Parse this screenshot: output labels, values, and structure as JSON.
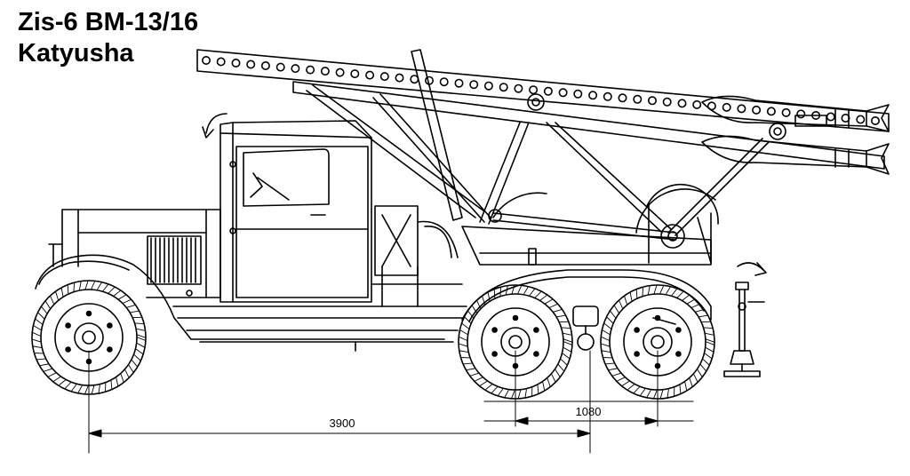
{
  "title": {
    "line1": "Zis-6 BM-13/16",
    "line2": "Katyusha"
  },
  "dimensions": {
    "wheelbase_label": "3900",
    "bogie_label": "1080"
  },
  "colors": {
    "ink": "#000000",
    "paper": "#ffffff"
  }
}
